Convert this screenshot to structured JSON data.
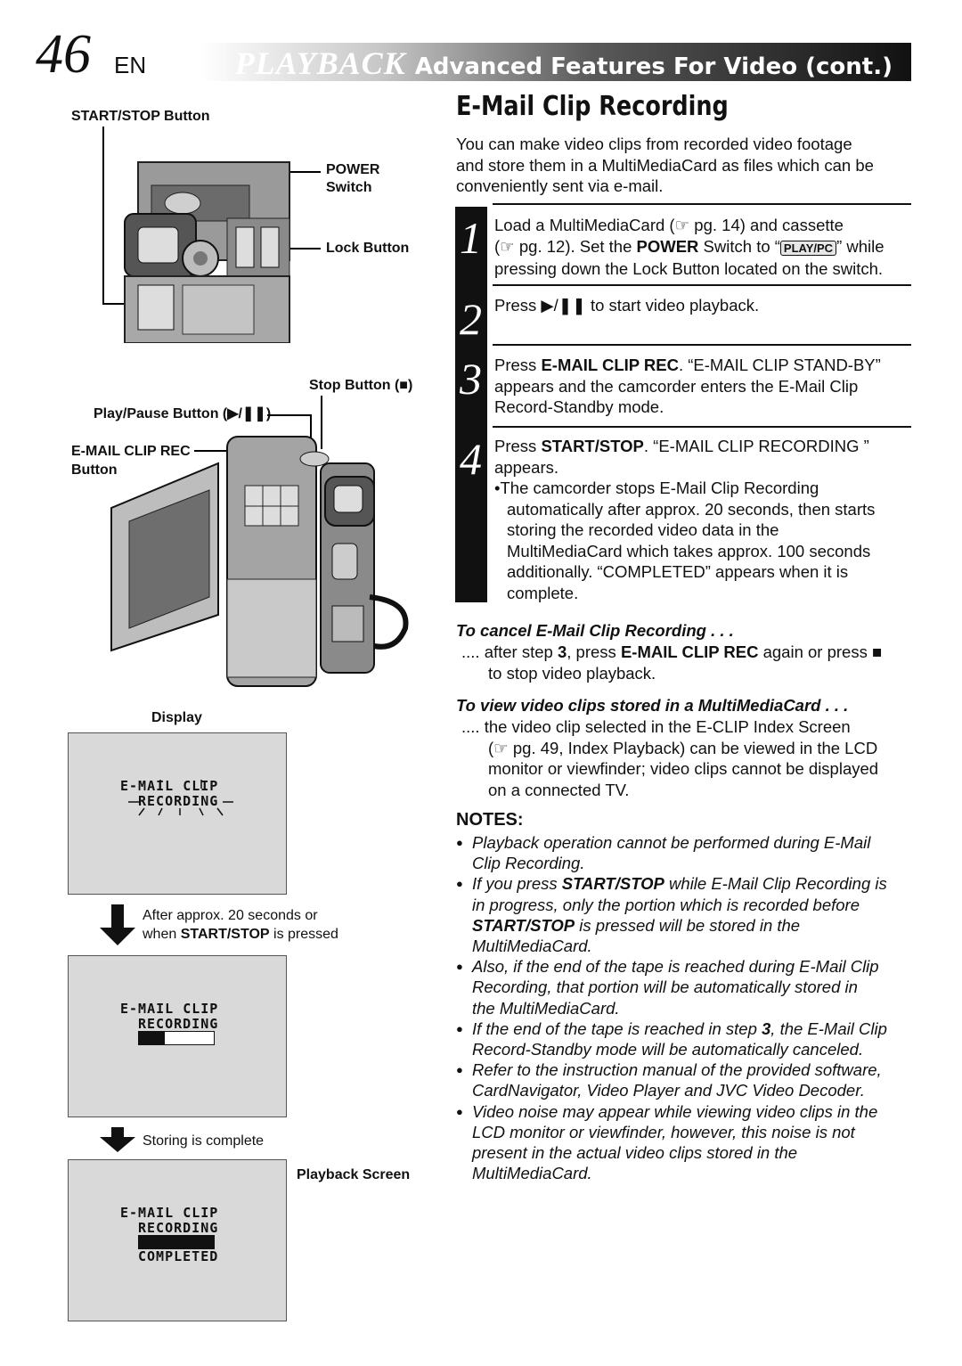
{
  "header": {
    "page_number": "46",
    "lang": "EN",
    "section": "PLAYBACK",
    "title": "Advanced Features For Video (cont.)"
  },
  "left": {
    "labels": {
      "start_stop": "START/STOP Button",
      "power": "POWER",
      "power_switch": "Switch",
      "lock": "Lock Button",
      "stop": "Stop Button (■)",
      "play_pause": "Play/Pause Button (▶/❚❚)",
      "email_clip_rec": "E-MAIL CLIP REC",
      "email_clip_rec_button": "Button",
      "display": "Display",
      "after_1": "After approx. 20 seconds or",
      "after_2_pre": "when ",
      "after_2_bold": "START/STOP",
      "after_2_post": " is pressed",
      "storing_complete": "Storing is complete",
      "playback_screen": "Playback Screen"
    },
    "screens": [
      {
        "line1": "E-MAIL CLIP",
        "line2": "RECORDING"
      },
      {
        "line1": "E-MAIL CLIP",
        "line2": "RECORDING",
        "progress": 0.35
      },
      {
        "line1": "E-MAIL CLIP",
        "line2": "RECORDING",
        "progress": 1.0,
        "line3": "COMPLETED"
      }
    ]
  },
  "right": {
    "title": "E-Mail Clip Recording",
    "intro": [
      "You can make video clips from recorded video footage",
      "and store them in a MultiMediaCard as files which can be",
      "conveniently sent via e-mail."
    ],
    "steps": {
      "s1": {
        "num": "1",
        "l1": "Load a MultiMediaCard (☞ pg. 14) and cassette",
        "l2_pre": "(☞ pg. 12). Set the ",
        "l2_bold": "POWER",
        "l2_mid": " Switch to “",
        "l2_badge": "PLAY/PC",
        "l2_post": "” while",
        "l3": "pressing down the Lock Button located on the switch."
      },
      "s2": {
        "num": "2",
        "text": "Press ▶/❚❚ to start video playback."
      },
      "s3": {
        "num": "3",
        "l1_pre": "Press ",
        "l1_bold": "E-MAIL CLIP REC",
        "l1_post": ". “E-MAIL CLIP STAND-BY”",
        "l2": "appears and the camcorder enters the E-Mail Clip",
        "l3": "Record-Standby mode."
      },
      "s4": {
        "num": "4",
        "l1_pre": "Press ",
        "l1_bold": "START/STOP",
        "l1_post": ". “E-MAIL CLIP RECORDING ”",
        "l2": "appears.",
        "b1": "•The camcorder stops E-Mail Clip Recording",
        "b2": "automatically after approx. 20 seconds, then starts",
        "b3": "storing the recorded video data in the",
        "b4": "MultiMediaCard which takes approx. 100 seconds",
        "b5": "additionally. “COMPLETED” appears when it is",
        "b6": "complete."
      }
    },
    "cancel": {
      "head": "To cancel E-Mail Clip Recording . . .",
      "l1_pre": ".... after step ",
      "l1_b1": "3",
      "l1_mid": ", press ",
      "l1_b2": "E-MAIL CLIP REC",
      "l1_post": " again or press ■",
      "l2": "to stop video playback."
    },
    "view": {
      "head": "To view video clips stored in a MultiMediaCard . . .",
      "l1": ".... the video clip selected in the E-CLIP Index Screen",
      "l2": "(☞ pg. 49, Index Playback) can be viewed in the LCD",
      "l3": "monitor or viewfinder; video clips cannot be displayed",
      "l4": "on a connected TV."
    },
    "notes_title": "NOTES:",
    "notes": {
      "n1a": "Playback operation cannot be performed during E-Mail",
      "n1b": "Clip Recording.",
      "n2a_pre": "If you press ",
      "n2a_bold": "START/STOP",
      "n2a_post": " while E-Mail Clip Recording is",
      "n2b": "in progress, only the portion which is recorded before",
      "n2c_bold": "START/STOP",
      "n2c_post": " is pressed will be stored in the",
      "n2d": "MultiMediaCard.",
      "n3a": "Also, if the end of the tape is reached during E-Mail Clip",
      "n3b": "Recording, that portion will be automatically stored in",
      "n3c": "the MultiMediaCard.",
      "n4a_pre": "If the end of the tape is reached in step ",
      "n4a_bold": "3",
      "n4a_post": ", the E-Mail Clip",
      "n4b": "Record-Standby mode will be automatically canceled.",
      "n5a": "Refer to the instruction manual of the provided software,",
      "n5b": "CardNavigator, Video Player and JVC Video Decoder.",
      "n6a": "Video noise may appear while viewing video clips in the",
      "n6b": "LCD monitor or viewfinder, however, this noise is not",
      "n6c": "present in the actual video clips stored in the",
      "n6d": "MultiMediaCard."
    }
  }
}
